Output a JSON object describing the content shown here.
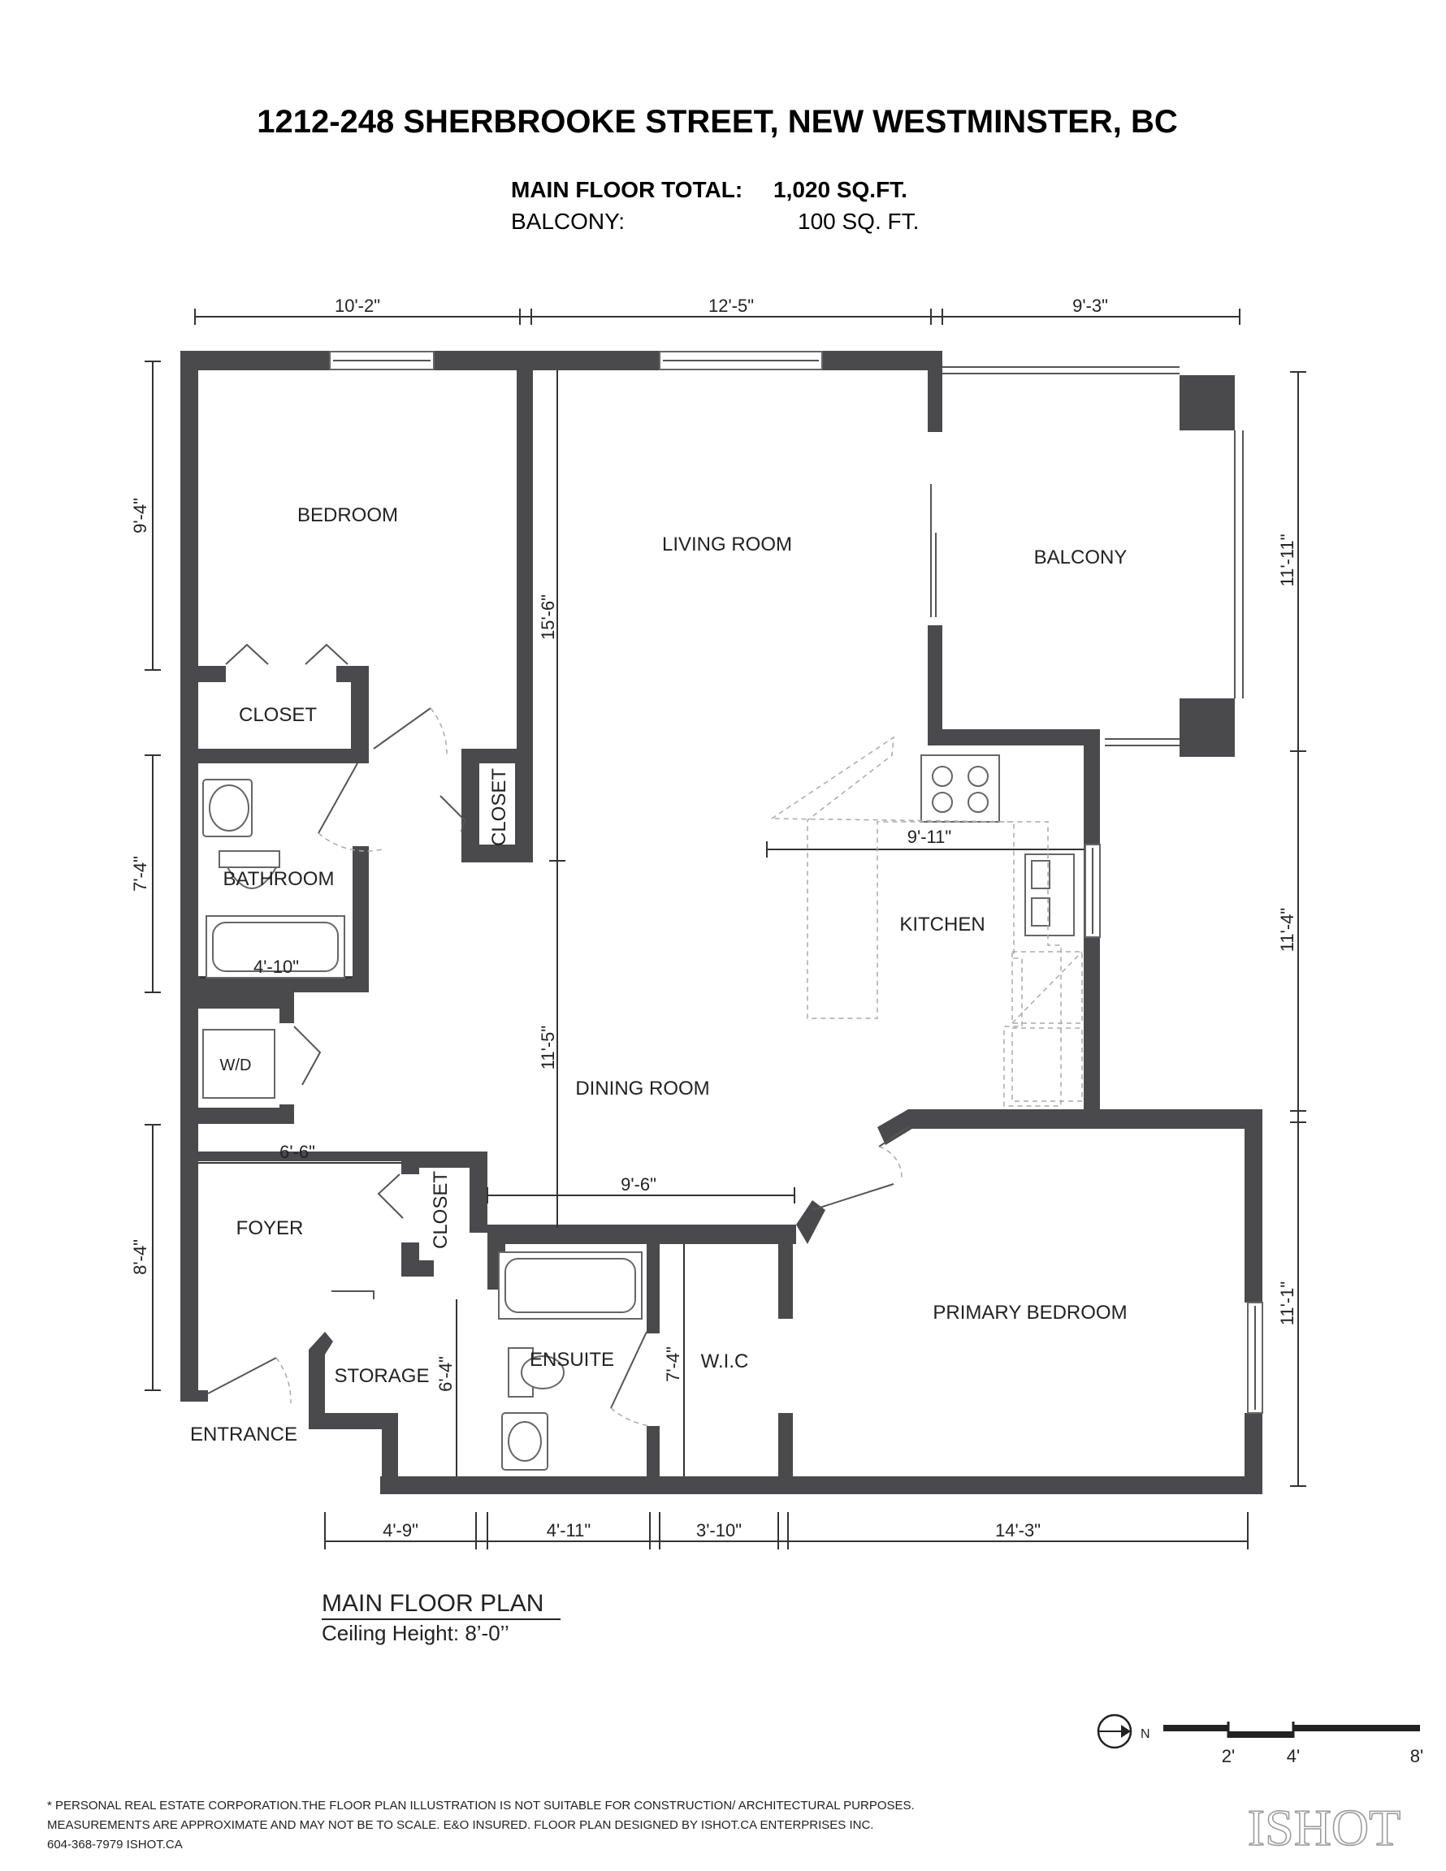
{
  "header": {
    "address": "1212-248 SHERBROOKE STREET, NEW WESTMINSTER, BC",
    "main_floor_label": "MAIN FLOOR TOTAL:",
    "main_floor_value": "1,020 SQ.FT.",
    "balcony_label": "BALCONY:",
    "balcony_value": "100 SQ. FT."
  },
  "rooms": {
    "bedroom": "BEDROOM",
    "living_room": "LIVING ROOM",
    "balcony": "BALCONY",
    "closet_bedroom": "CLOSET",
    "closet_hall": "CLOSET",
    "bathroom": "BATHROOM",
    "kitchen": "KITCHEN",
    "wd": "W/D",
    "dining_room": "DINING ROOM",
    "foyer": "FOYER",
    "closet_foyer": "CLOSET",
    "storage": "STORAGE",
    "ensuite": "ENSUITE",
    "wic": "W.I.C",
    "primary_bedroom": "PRIMARY BEDROOM",
    "entrance": "ENTRANCE"
  },
  "dimensions": {
    "top_left": "10'-2\"",
    "top_mid": "12'-5\"",
    "top_right": "9'-3\"",
    "left_top": "9'-4\"",
    "left_mid": "7'-4\"",
    "left_bot": "8'-4\"",
    "right_top": "11'-11\"",
    "right_mid": "11'-4\"",
    "right_bot": "11'-1\"",
    "living_vert": "15'-6\"",
    "dining_vert": "11'-5\"",
    "bath_width": "4'-10\"",
    "kitchen_width": "9'-11\"",
    "foyer_width": "6'-6\"",
    "dining_width": "9'-6\"",
    "storage_vert": "6'-4\"",
    "wic_vert": "7'-4\"",
    "bottom_1": "4'-9\"",
    "bottom_2": "4'-11\"",
    "bottom_3": "3'-10\"",
    "bottom_4": "14'-3\""
  },
  "plan_caption": {
    "title": "MAIN FLOOR PLAN",
    "ceiling": "Ceiling Height: 8’-0’’"
  },
  "scale": {
    "north": "N",
    "mark_2": "2'",
    "mark_4": "4'",
    "mark_8": "8'"
  },
  "footer": {
    "line1": "* PERSONAL REAL ESTATE CORPORATION.THE FLOOR PLAN ILLUSTRATION IS NOT SUITABLE FOR CONSTRUCTION/ ARCHITECTURAL PURPOSES.",
    "line2": "MEASUREMENTS ARE APPROXIMATE AND MAY NOT BE TO SCALE. E&O INSURED. FLOOR PLAN DESIGNED BY ISHOT.CA ENTERPRISES INC.",
    "line3": "604-368-7979  ISHOT.CA",
    "logo": "ISHOT"
  }
}
